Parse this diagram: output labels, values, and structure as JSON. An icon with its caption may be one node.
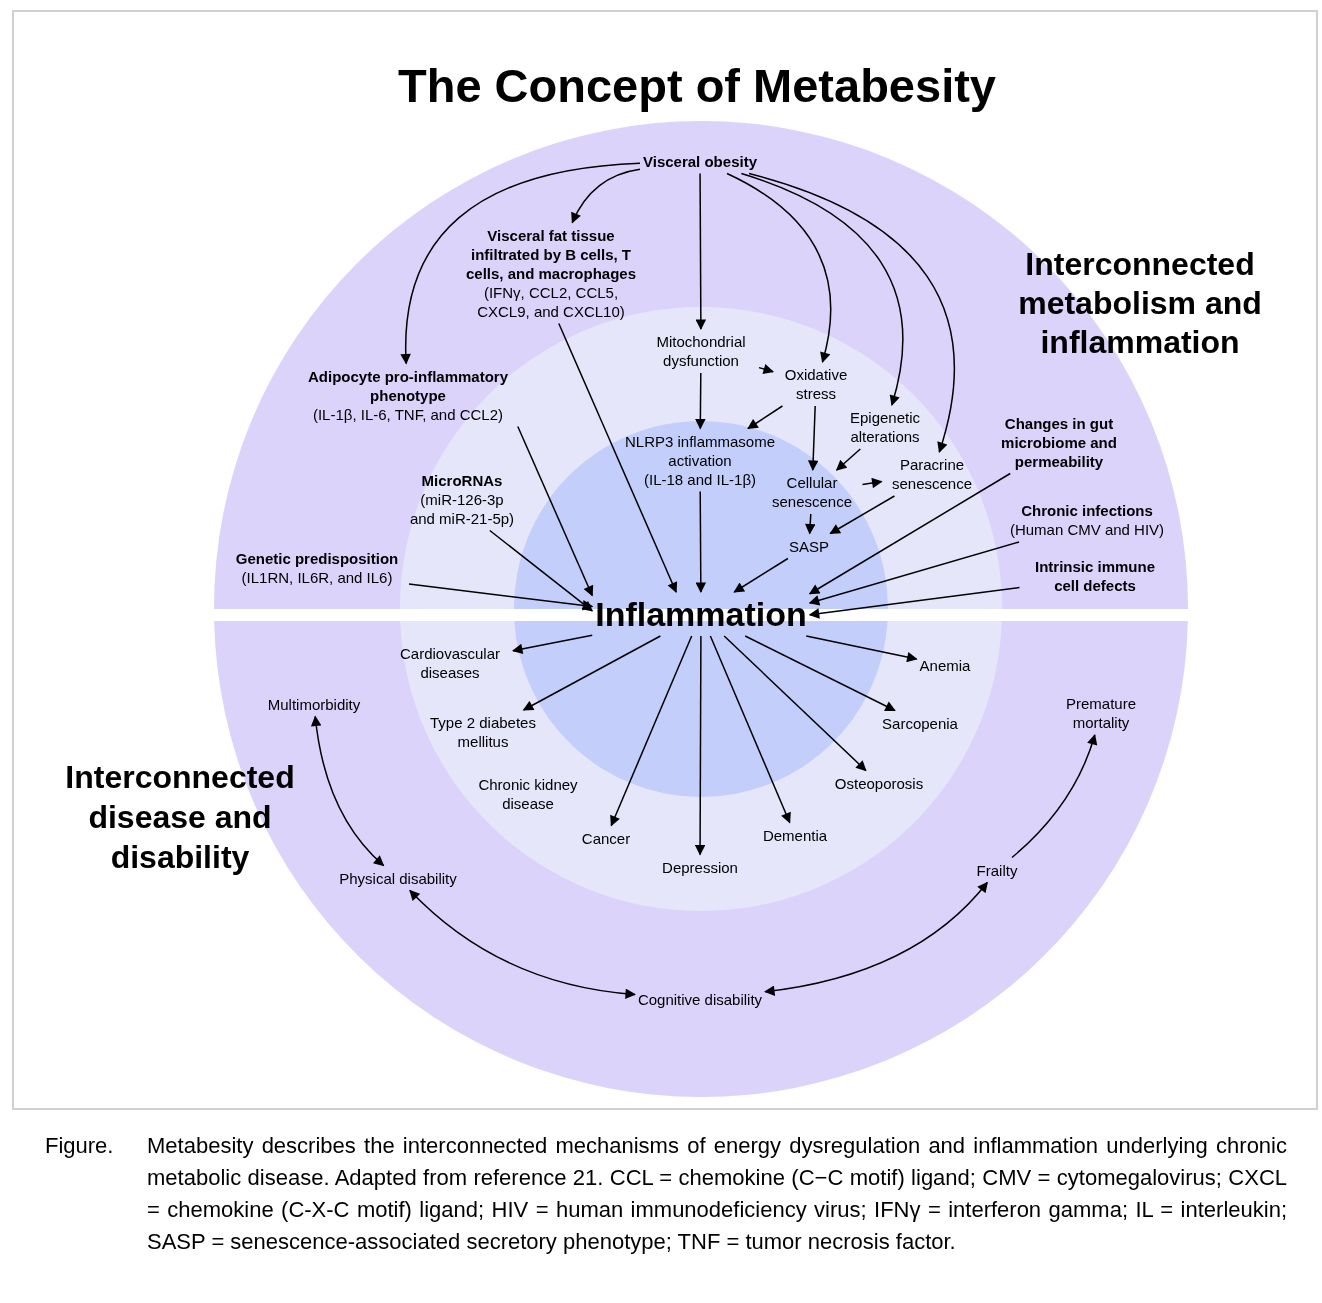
{
  "diagram": {
    "title": "The Concept of Metabesity",
    "caption": "Metabesity describes the interconnected mechanisms of energy dysregulation and inflammation underlying chronic metabolic disease. Adapted from reference 21. CCL = chemokine (C−C motif) ligand; CMV = cytomegalovirus; CXCL = chemokine (C-X-C motif) ligand; HIV = human immunodeficiency virus; IFNγ = interferon gamma; IL = interleukin; SASP = senescence-associated secretory phenotype; TNF = tumor necrosis factor.",
    "nodes": [
      {
        "text": [
          "Visceral obesity"
        ]
      },
      {
        "text": [
          "Visceral fat tissue infiltrated by B cells, T cells, and macrophages",
          "(IFNγ, CCL2, CCL5, CXCL9, and CXCL10)"
        ]
      },
      {
        "text": [
          "Adipocyte pro-inflammatory phenotype",
          "(IL-1β, IL-6, TNF, and CCL2)"
        ]
      },
      {
        "text": [
          "Mitochondrial dysfunction"
        ]
      },
      {
        "text": [
          "Oxidative stress"
        ]
      },
      {
        "text": [
          "Epigenetic alterations"
        ]
      },
      {
        "text": [
          "NLRP3 inflammasome activation",
          "(IL-18 and IL-1β)"
        ]
      },
      {
        "text": [
          "MicroRNAs",
          "(miR-126-3p and miR-21-5p)"
        ]
      },
      {
        "text": [
          "Paracrine senescence"
        ]
      },
      {
        "text": [
          "Cellular senescence"
        ]
      },
      {
        "text": [
          "Changes in gut microbiome and permeability"
        ]
      },
      {
        "text": [
          "SASP"
        ]
      },
      {
        "text": [
          "Chronic infections",
          "(Human CMV and HIV)"
        ]
      },
      {
        "text": [
          "Genetic predisposition",
          "(IL1RN, IL6R, and IL6)"
        ]
      },
      {
        "text": [
          "Intrinsic immune cell defects"
        ]
      },
      {
        "text": [
          "Inflammation"
        ]
      },
      {
        "text": [
          "Cardiovascular diseases"
        ]
      },
      {
        "text": [
          "Anemia"
        ]
      },
      {
        "text": [
          "Multimorbidity"
        ]
      },
      {
        "text": [
          "Premature mortality"
        ]
      },
      {
        "text": [
          "Type 2 diabetes mellitus"
        ]
      },
      {
        "text": [
          "Sarcopenia"
        ]
      },
      {
        "text": [
          "Chronic kidney disease"
        ]
      },
      {
        "text": [
          "Osteoporosis"
        ]
      },
      {
        "text": [
          "Cancer"
        ]
      },
      {
        "text": [
          "Dementia"
        ]
      },
      {
        "text": [
          "Depression"
        ]
      },
      {
        "text": [
          "Physical disability"
        ]
      },
      {
        "text": [
          "Frailty"
        ]
      },
      {
        "text": [
          "Cognitive disability"
        ]
      }
    ],
    "edges": [
      {
        "from": 0,
        "to": 2,
        "arrow": "to"
      },
      {
        "from": 0,
        "to": 1,
        "arrow": "to"
      },
      {
        "from": 0,
        "to": 3,
        "arrow": "to"
      },
      {
        "from": 0,
        "to": 4,
        "arrow": "to"
      },
      {
        "from": 0,
        "to": 5,
        "arrow": "to"
      },
      {
        "from": 0,
        "to": 8,
        "arrow": "to"
      },
      {
        "from": 3,
        "to": 4,
        "arrow": "to"
      },
      {
        "from": 3,
        "to": 6,
        "arrow": "to"
      },
      {
        "from": 4,
        "to": 6,
        "arrow": "to"
      },
      {
        "from": 4,
        "to": 9,
        "arrow": "to"
      },
      {
        "from": 5,
        "to": 9,
        "arrow": "to"
      },
      {
        "from": 9,
        "to": 8,
        "arrow": "to"
      },
      {
        "from": 9,
        "to": 11,
        "arrow": "to"
      },
      {
        "from": 8,
        "to": 11,
        "arrow": "to"
      },
      {
        "from": 11,
        "to": 15,
        "arrow": "to"
      },
      {
        "from": 1,
        "to": 15,
        "arrow": "to"
      },
      {
        "from": 2,
        "to": 15,
        "arrow": "to"
      },
      {
        "from": 7,
        "to": 15,
        "arrow": "to"
      },
      {
        "from": 13,
        "to": 15,
        "arrow": "to"
      },
      {
        "from": 6,
        "to": 15,
        "arrow": "to"
      },
      {
        "from": 10,
        "to": 15,
        "arrow": "to"
      },
      {
        "from": 12,
        "to": 15,
        "arrow": "to"
      },
      {
        "from": 14,
        "to": 15,
        "arrow": "to"
      },
      {
        "from": 15,
        "to": 16,
        "arrow": "to"
      },
      {
        "from": 15,
        "to": 20,
        "arrow": "to"
      },
      {
        "from": 15,
        "to": 24,
        "arrow": "to"
      },
      {
        "from": 15,
        "to": 26,
        "arrow": "to"
      },
      {
        "from": 15,
        "to": 25,
        "arrow": "to"
      },
      {
        "from": 15,
        "to": 23,
        "arrow": "to"
      },
      {
        "from": 15,
        "to": 21,
        "arrow": "to"
      },
      {
        "from": 15,
        "to": 17,
        "arrow": "to"
      },
      {
        "from": 18,
        "to": 27,
        "arrow": "both"
      },
      {
        "from": 27,
        "to": 29,
        "arrow": "both"
      },
      {
        "from": 29,
        "to": 28,
        "arrow": "both"
      },
      {
        "from": 28,
        "to": 19,
        "arrow": "to"
      }
    ],
    "labels": [
      "Interconnected metabolism and inflammation",
      "Interconnected disease and disability",
      "Figure."
    ]
  }
}
